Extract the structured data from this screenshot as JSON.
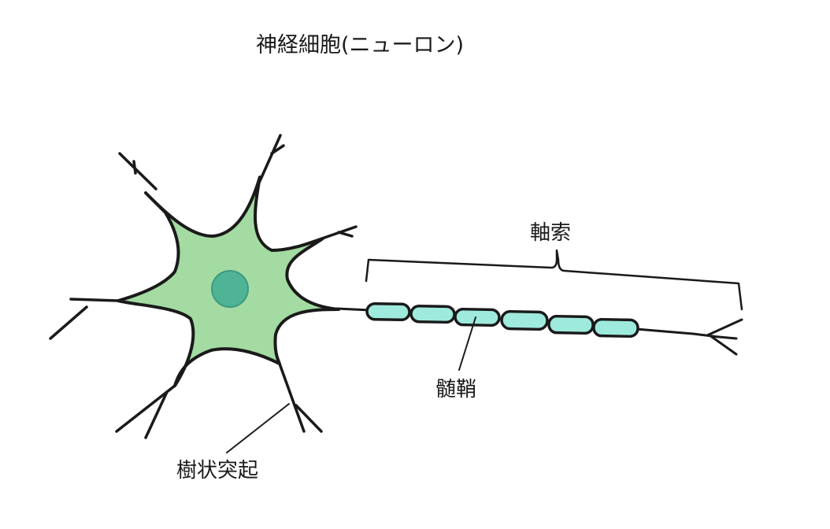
{
  "title": "神経細胞(ニューロン)",
  "labels": {
    "axon": "軸索",
    "myelin_sheath": "髄鞘",
    "dendrite": "樹状突起"
  },
  "colors": {
    "cell_body_fill": "#a3dba3",
    "nucleus_fill": "#4fb496",
    "myelin_fill": "#9eeadd",
    "outline": "#1a1a1a"
  },
  "myelin_segment_count": 6
}
